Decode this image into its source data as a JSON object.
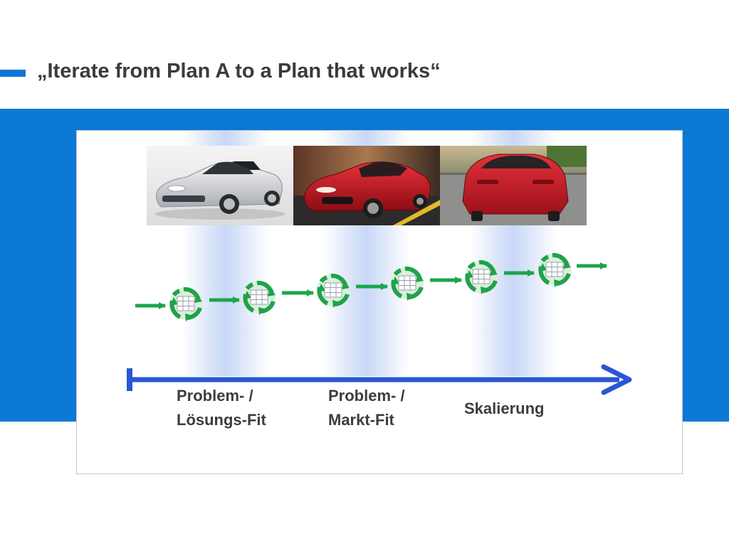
{
  "slide": {
    "title": "„Iterate from Plan A to a Plan that works“",
    "accent_color": "#0b78d6",
    "band_color": "#0b78d6"
  },
  "diagram": {
    "photos": [
      {
        "name": "silver-roadster-photo",
        "icon": "car-photo-silver-roadster"
      },
      {
        "name": "red-sedan-front-photo",
        "icon": "car-photo-red-sedan-front"
      },
      {
        "name": "red-sedan-rear-photo",
        "icon": "car-photo-red-sedan-rear"
      }
    ],
    "iteration_cycles": 6,
    "cycle_icon": "build-measure-learn-cycle-icon",
    "arrow_color": "#1aa64a",
    "timeline_color": "#2a56d6",
    "phases": [
      {
        "line1": "Problem- /",
        "line2": "Lösungs-Fit"
      },
      {
        "line1": "Problem- /",
        "line2": "Markt-Fit"
      },
      {
        "line1": "Skalierung",
        "line2": ""
      }
    ]
  }
}
